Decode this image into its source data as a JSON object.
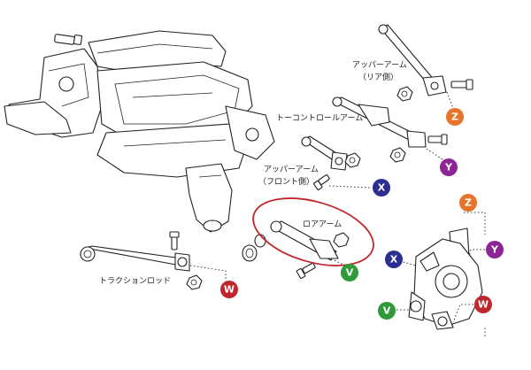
{
  "labels": {
    "upper_arm_rear_line1": "アッパーアーム",
    "upper_arm_rear_line2": "（リア側）",
    "toe_control_arm": "トーコントロールアーム",
    "upper_arm_front_line1": "アッパーアーム",
    "upper_arm_front_line2": "（フロント側）",
    "lower_arm": "ロアアーム",
    "traction_rod": "トラクションロッド"
  },
  "badges": {
    "Z": {
      "letter": "Z",
      "color": "#e8742a"
    },
    "Y": {
      "letter": "Y",
      "color": "#8e2596"
    },
    "X": {
      "letter": "X",
      "color": "#2b2f8f"
    },
    "V": {
      "letter": "V",
      "color": "#2e9a3a"
    },
    "W": {
      "letter": "W",
      "color": "#c0272d"
    }
  },
  "highlight_color": "#c0272d"
}
